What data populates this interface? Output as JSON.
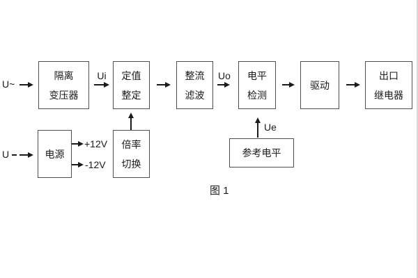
{
  "diagram": {
    "caption": "图 1",
    "inputs": {
      "ac_label": "U~",
      "dc_label": "U"
    },
    "signal_labels": {
      "ui": "Ui",
      "uo": "Uo",
      "ue": "Ue",
      "rail_pos": "+12V",
      "rail_neg": "-12V"
    },
    "blocks": {
      "isolation_transformer": {
        "lines": [
          "隔离",
          "变压器"
        ]
      },
      "value_setting": {
        "lines": [
          "定值",
          "整定"
        ]
      },
      "rectify_filter": {
        "lines": [
          "整流",
          "滤波"
        ]
      },
      "level_detect": {
        "lines": [
          "电平",
          "检测"
        ]
      },
      "driver": {
        "lines": [
          "驱动"
        ]
      },
      "output_relay": {
        "lines": [
          "出口",
          "继电器"
        ]
      },
      "power_supply": {
        "lines": [
          "电源"
        ]
      },
      "ratio_switch": {
        "lines": [
          "倍率",
          "切换"
        ]
      },
      "reference_level": {
        "lines": [
          "参考电平"
        ]
      }
    },
    "colors": {
      "background": "#ffffff",
      "box_border": "#4d4d4d",
      "text": "#1a1a1a",
      "arrow": "#1a1a1a",
      "edge_line": "#d9d9d9"
    }
  }
}
